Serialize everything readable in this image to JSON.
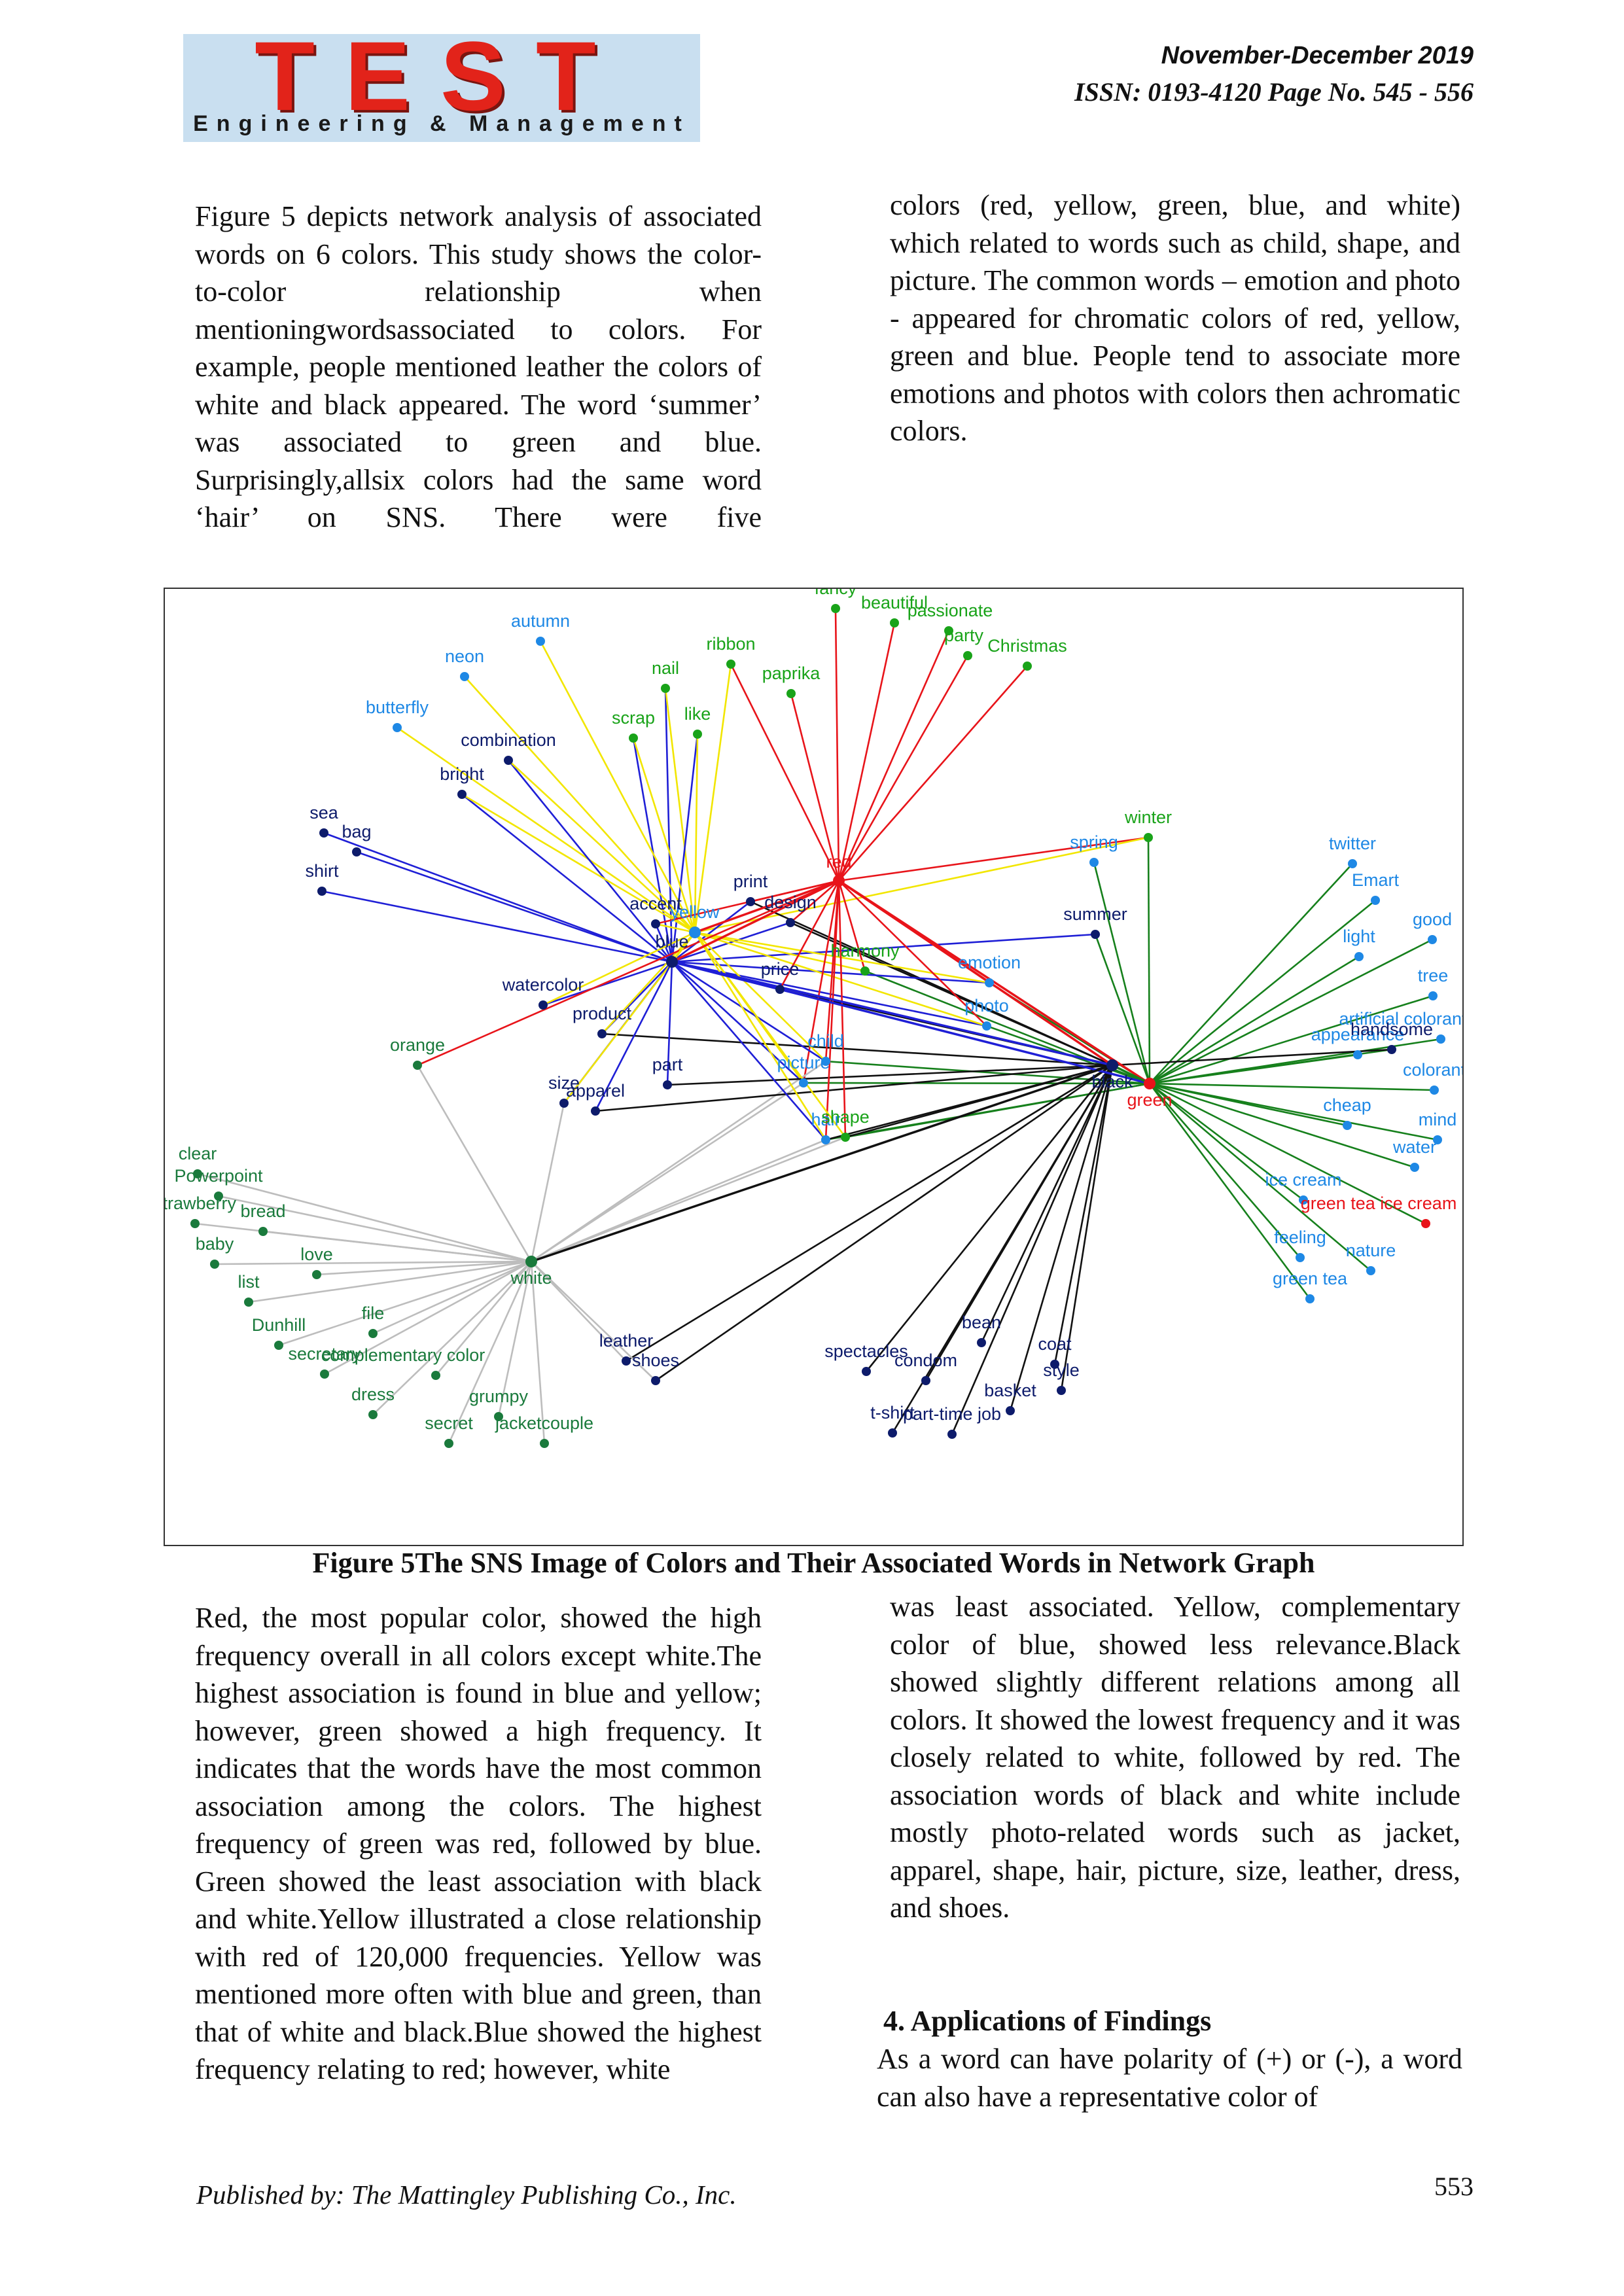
{
  "header": {
    "logo_text": "TEST",
    "logo_sub": "Engineering & Management",
    "issue": "November-December 2019",
    "issn": "ISSN: 0193-4120 Page No. 545 - 556"
  },
  "paragraphs": {
    "p1": "Figure 5 depicts network analysis of associated words on 6 colors. This study shows the color-to-color relationship when mentioningwordsassociated to colors. For example, people mentioned leather the colors of white and black appeared. The word ‘summer’ was associated to green and blue. Surprisingly,allsix colors had the same word ‘hair’ on SNS. There were five",
    "p2": "colors (red, yellow, green, blue, and white) which related to words such as child, shape, and picture. The common words – emotion and photo - appeared for chromatic colors of red, yellow, green and blue. People tend to associate more emotions and photos with colors then achromatic colors.",
    "p3": "Red, the most popular color, showed the high frequency overall in all colors except white.The highest association is found in blue and yellow; however, green showed a high frequency. It indicates that the words have the most common association among the colors. The highest frequency of green was red, followed by blue. Green showed the least association with black and white.Yellow illustrated a close relationship with red of 120,000 frequencies. Yellow was mentioned more often with blue and green, than that of white and black.Blue showed the highest frequency relating to red; however, white",
    "p4": "was least associated. Yellow, complementary color of blue, showed less relevance.Black showed slightly different relations among all colors. It showed the lowest frequency and it was closely related to white, followed by red. The association words of black and white include mostly photo-related words such as jacket, apparel, shape, hair, picture, size, leather, dress, and shoes.",
    "p5": "As a word can have polarity of (+) or (-), a word can also have a representative color of"
  },
  "figure": {
    "caption": "Figure 5The SNS Image of Colors and Their Associated Words in Network Graph",
    "hubs": [
      {
        "id": "red",
        "label": "red",
        "color": "#e8141a"
      },
      {
        "id": "yellow",
        "label": "yellow",
        "color": "#1e88e5"
      },
      {
        "id": "blue",
        "label": "blue",
        "color": "#0d1b6b"
      },
      {
        "id": "green",
        "label": "green",
        "color": "#e8141a"
      },
      {
        "id": "black",
        "label": "black",
        "color": "#0d1b6b"
      },
      {
        "id": "white",
        "label": "white",
        "color": "#1a7a3c"
      }
    ],
    "words": [
      {
        "label": "fancy",
        "color": "#19a319",
        "links": [
          "red"
        ]
      },
      {
        "label": "beautiful",
        "color": "#19a319",
        "links": [
          "red"
        ]
      },
      {
        "label": "passionate",
        "color": "#19a319",
        "links": [
          "red"
        ]
      },
      {
        "label": "party",
        "color": "#19a319",
        "links": [
          "red"
        ]
      },
      {
        "label": "Christmas",
        "color": "#19a319",
        "links": [
          "red"
        ]
      },
      {
        "label": "ribbon",
        "color": "#19a319",
        "links": [
          "red",
          "yellow"
        ]
      },
      {
        "label": "paprika",
        "color": "#19a319",
        "links": [
          "red"
        ]
      },
      {
        "label": "nail",
        "color": "#19a319",
        "links": [
          "blue",
          "yellow"
        ]
      },
      {
        "label": "like",
        "color": "#19a319",
        "links": [
          "blue",
          "yellow"
        ]
      },
      {
        "label": "scrap",
        "color": "#19a319",
        "links": [
          "blue",
          "yellow"
        ]
      },
      {
        "label": "autumn",
        "color": "#1e88e5",
        "links": [
          "yellow"
        ]
      },
      {
        "label": "neon",
        "color": "#1e88e5",
        "links": [
          "yellow"
        ]
      },
      {
        "label": "butterfly",
        "color": "#1e88e5",
        "links": [
          "yellow"
        ]
      },
      {
        "label": "combination",
        "color": "#0d1b6b",
        "links": [
          "blue",
          "yellow"
        ]
      },
      {
        "label": "bright",
        "color": "#0d1b6b",
        "links": [
          "blue",
          "yellow"
        ]
      },
      {
        "label": "sea",
        "color": "#0d1b6b",
        "links": [
          "blue"
        ]
      },
      {
        "label": "bag",
        "color": "#0d1b6b",
        "links": [
          "blue"
        ]
      },
      {
        "label": "shirt",
        "color": "#0d1b6b",
        "links": [
          "blue"
        ]
      },
      {
        "label": "winter",
        "color": "#19a319",
        "links": [
          "red",
          "green",
          "yellow"
        ]
      },
      {
        "label": "spring",
        "color": "#1e88e5",
        "links": [
          "green"
        ]
      },
      {
        "label": "summer",
        "color": "#0d1b6b",
        "links": [
          "blue",
          "green"
        ]
      },
      {
        "label": "print",
        "color": "#0d1b6b",
        "links": [
          "red",
          "blue",
          "black"
        ]
      },
      {
        "label": "design",
        "color": "#0d1b6b",
        "links": [
          "red",
          "blue",
          "black"
        ]
      },
      {
        "label": "accent",
        "color": "#0d1b6b",
        "links": [
          "red",
          "blue",
          "yellow"
        ]
      },
      {
        "label": "harmony",
        "color": "#19a319",
        "links": [
          "red",
          "green",
          "yellow"
        ]
      },
      {
        "label": "emotion",
        "color": "#1e88e5",
        "links": [
          "red",
          "blue",
          "yellow",
          "green"
        ]
      },
      {
        "label": "photo",
        "color": "#1e88e5",
        "links": [
          "red",
          "blue",
          "yellow",
          "green"
        ]
      },
      {
        "label": "price",
        "color": "#0d1b6b",
        "links": [
          "red",
          "blue",
          "black"
        ]
      },
      {
        "label": "watercolor",
        "color": "#0d1b6b",
        "links": [
          "blue",
          "yellow"
        ]
      },
      {
        "label": "product",
        "color": "#0d1b6b",
        "links": [
          "blue",
          "yellow",
          "black"
        ]
      },
      {
        "label": "orange",
        "color": "#1a7a3c",
        "links": [
          "red",
          "white"
        ]
      },
      {
        "label": "picture",
        "color": "#1e88e5",
        "links": [
          "red",
          "blue",
          "yellow",
          "green",
          "white"
        ]
      },
      {
        "label": "child",
        "color": "#1e88e5",
        "links": [
          "red",
          "blue",
          "yellow",
          "green",
          "white"
        ]
      },
      {
        "label": "part",
        "color": "#0d1b6b",
        "links": [
          "blue",
          "black"
        ]
      },
      {
        "label": "size",
        "color": "#0d1b6b",
        "links": [
          "blue",
          "yellow",
          "white"
        ]
      },
      {
        "label": "apparel",
        "color": "#0d1b6b",
        "links": [
          "blue",
          "black"
        ]
      },
      {
        "label": "hair",
        "color": "#1e88e5",
        "links": [
          "red",
          "blue",
          "yellow",
          "green",
          "white",
          "black"
        ]
      },
      {
        "label": "shape",
        "color": "#19a319",
        "links": [
          "red",
          "yellow",
          "green",
          "white",
          "black"
        ]
      },
      {
        "label": "twitter",
        "color": "#1e88e5",
        "links": [
          "green"
        ]
      },
      {
        "label": "Emart",
        "color": "#1e88e5",
        "links": [
          "green"
        ]
      },
      {
        "label": "good",
        "color": "#1e88e5",
        "links": [
          "green"
        ]
      },
      {
        "label": "light",
        "color": "#1e88e5",
        "links": [
          "green"
        ]
      },
      {
        "label": "tree",
        "color": "#1e88e5",
        "links": [
          "green"
        ]
      },
      {
        "label": "artificial colorant",
        "color": "#1e88e5",
        "links": [
          "green"
        ]
      },
      {
        "label": "appearance",
        "color": "#1e88e5",
        "links": [
          "green"
        ]
      },
      {
        "label": "handsome",
        "color": "#0d1b6b",
        "links": [
          "green",
          "black"
        ]
      },
      {
        "label": "colorant",
        "color": "#1e88e5",
        "links": [
          "green"
        ]
      },
      {
        "label": "cheap",
        "color": "#1e88e5",
        "links": [
          "green"
        ]
      },
      {
        "label": "mind",
        "color": "#1e88e5",
        "links": [
          "green"
        ]
      },
      {
        "label": "water",
        "color": "#1e88e5",
        "links": [
          "green"
        ]
      },
      {
        "label": "ice cream",
        "color": "#1e88e5",
        "links": [
          "green"
        ]
      },
      {
        "label": "green tea ice cream",
        "color": "#e8141a",
        "links": [
          "green"
        ]
      },
      {
        "label": "feeling",
        "color": "#1e88e5",
        "links": [
          "green"
        ]
      },
      {
        "label": "nature",
        "color": "#1e88e5",
        "links": [
          "green"
        ]
      },
      {
        "label": "green tea",
        "color": "#1e88e5",
        "links": [
          "green"
        ]
      },
      {
        "label": "clear",
        "color": "#1a7a3c",
        "links": [
          "white"
        ]
      },
      {
        "label": "Powerpoint",
        "color": "#1a7a3c",
        "links": [
          "white"
        ]
      },
      {
        "label": "strawberry",
        "color": "#1a7a3c",
        "links": [
          "white"
        ]
      },
      {
        "label": "bread",
        "color": "#1a7a3c",
        "links": [
          "white"
        ]
      },
      {
        "label": "baby",
        "color": "#1a7a3c",
        "links": [
          "white"
        ]
      },
      {
        "label": "love",
        "color": "#1a7a3c",
        "links": [
          "white"
        ]
      },
      {
        "label": "list",
        "color": "#1a7a3c",
        "links": [
          "white"
        ]
      },
      {
        "label": "Dunhill",
        "color": "#1a7a3c",
        "links": [
          "white"
        ]
      },
      {
        "label": "file",
        "color": "#1a7a3c",
        "links": [
          "white"
        ]
      },
      {
        "label": "secretary",
        "color": "#1a7a3c",
        "links": [
          "white"
        ]
      },
      {
        "label": "complementary color",
        "color": "#1a7a3c",
        "links": [
          "white"
        ]
      },
      {
        "label": "dress",
        "color": "#1a7a3c",
        "links": [
          "white"
        ]
      },
      {
        "label": "grumpy",
        "color": "#1a7a3c",
        "links": [
          "white"
        ]
      },
      {
        "label": "secret",
        "color": "#1a7a3c",
        "links": [
          "white"
        ]
      },
      {
        "label": "jacketcouple",
        "color": "#1a7a3c",
        "links": [
          "white"
        ]
      },
      {
        "label": "leather",
        "color": "#0d1b6b",
        "links": [
          "white",
          "black"
        ]
      },
      {
        "label": "shoes",
        "color": "#0d1b6b",
        "links": [
          "white",
          "black"
        ]
      },
      {
        "label": "spectacles",
        "color": "#0d1b6b",
        "links": [
          "black"
        ]
      },
      {
        "label": "condom",
        "color": "#0d1b6b",
        "links": [
          "black"
        ]
      },
      {
        "label": "t-shirt",
        "color": "#0d1b6b",
        "links": [
          "black"
        ]
      },
      {
        "label": "part-time job",
        "color": "#0d1b6b",
        "links": [
          "black"
        ]
      },
      {
        "label": "basket",
        "color": "#0d1b6b",
        "links": [
          "black"
        ]
      },
      {
        "label": "bean",
        "color": "#0d1b6b",
        "links": [
          "black"
        ]
      },
      {
        "label": "coat",
        "color": "#0d1b6b",
        "links": [
          "black"
        ]
      },
      {
        "label": "style",
        "color": "#0d1b6b",
        "links": [
          "black"
        ]
      }
    ],
    "hub_links": [
      [
        "red",
        "yellow"
      ],
      [
        "red",
        "blue"
      ],
      [
        "red",
        "green"
      ],
      [
        "red",
        "black"
      ],
      [
        "yellow",
        "blue"
      ],
      [
        "blue",
        "green"
      ],
      [
        "blue",
        "black"
      ],
      [
        "green",
        "black"
      ],
      [
        "black",
        "white"
      ]
    ],
    "edge_colors": {
      "red": "#e8141a",
      "yellow": "#f2e600",
      "blue": "#1f1fd6",
      "green": "#16801c",
      "black": "#111111",
      "white": "#bdbdbd"
    }
  },
  "section_title": "4. Applications of Findings",
  "footer": "Published by: The Mattingley Publishing Co., Inc.",
  "page_number": "553"
}
